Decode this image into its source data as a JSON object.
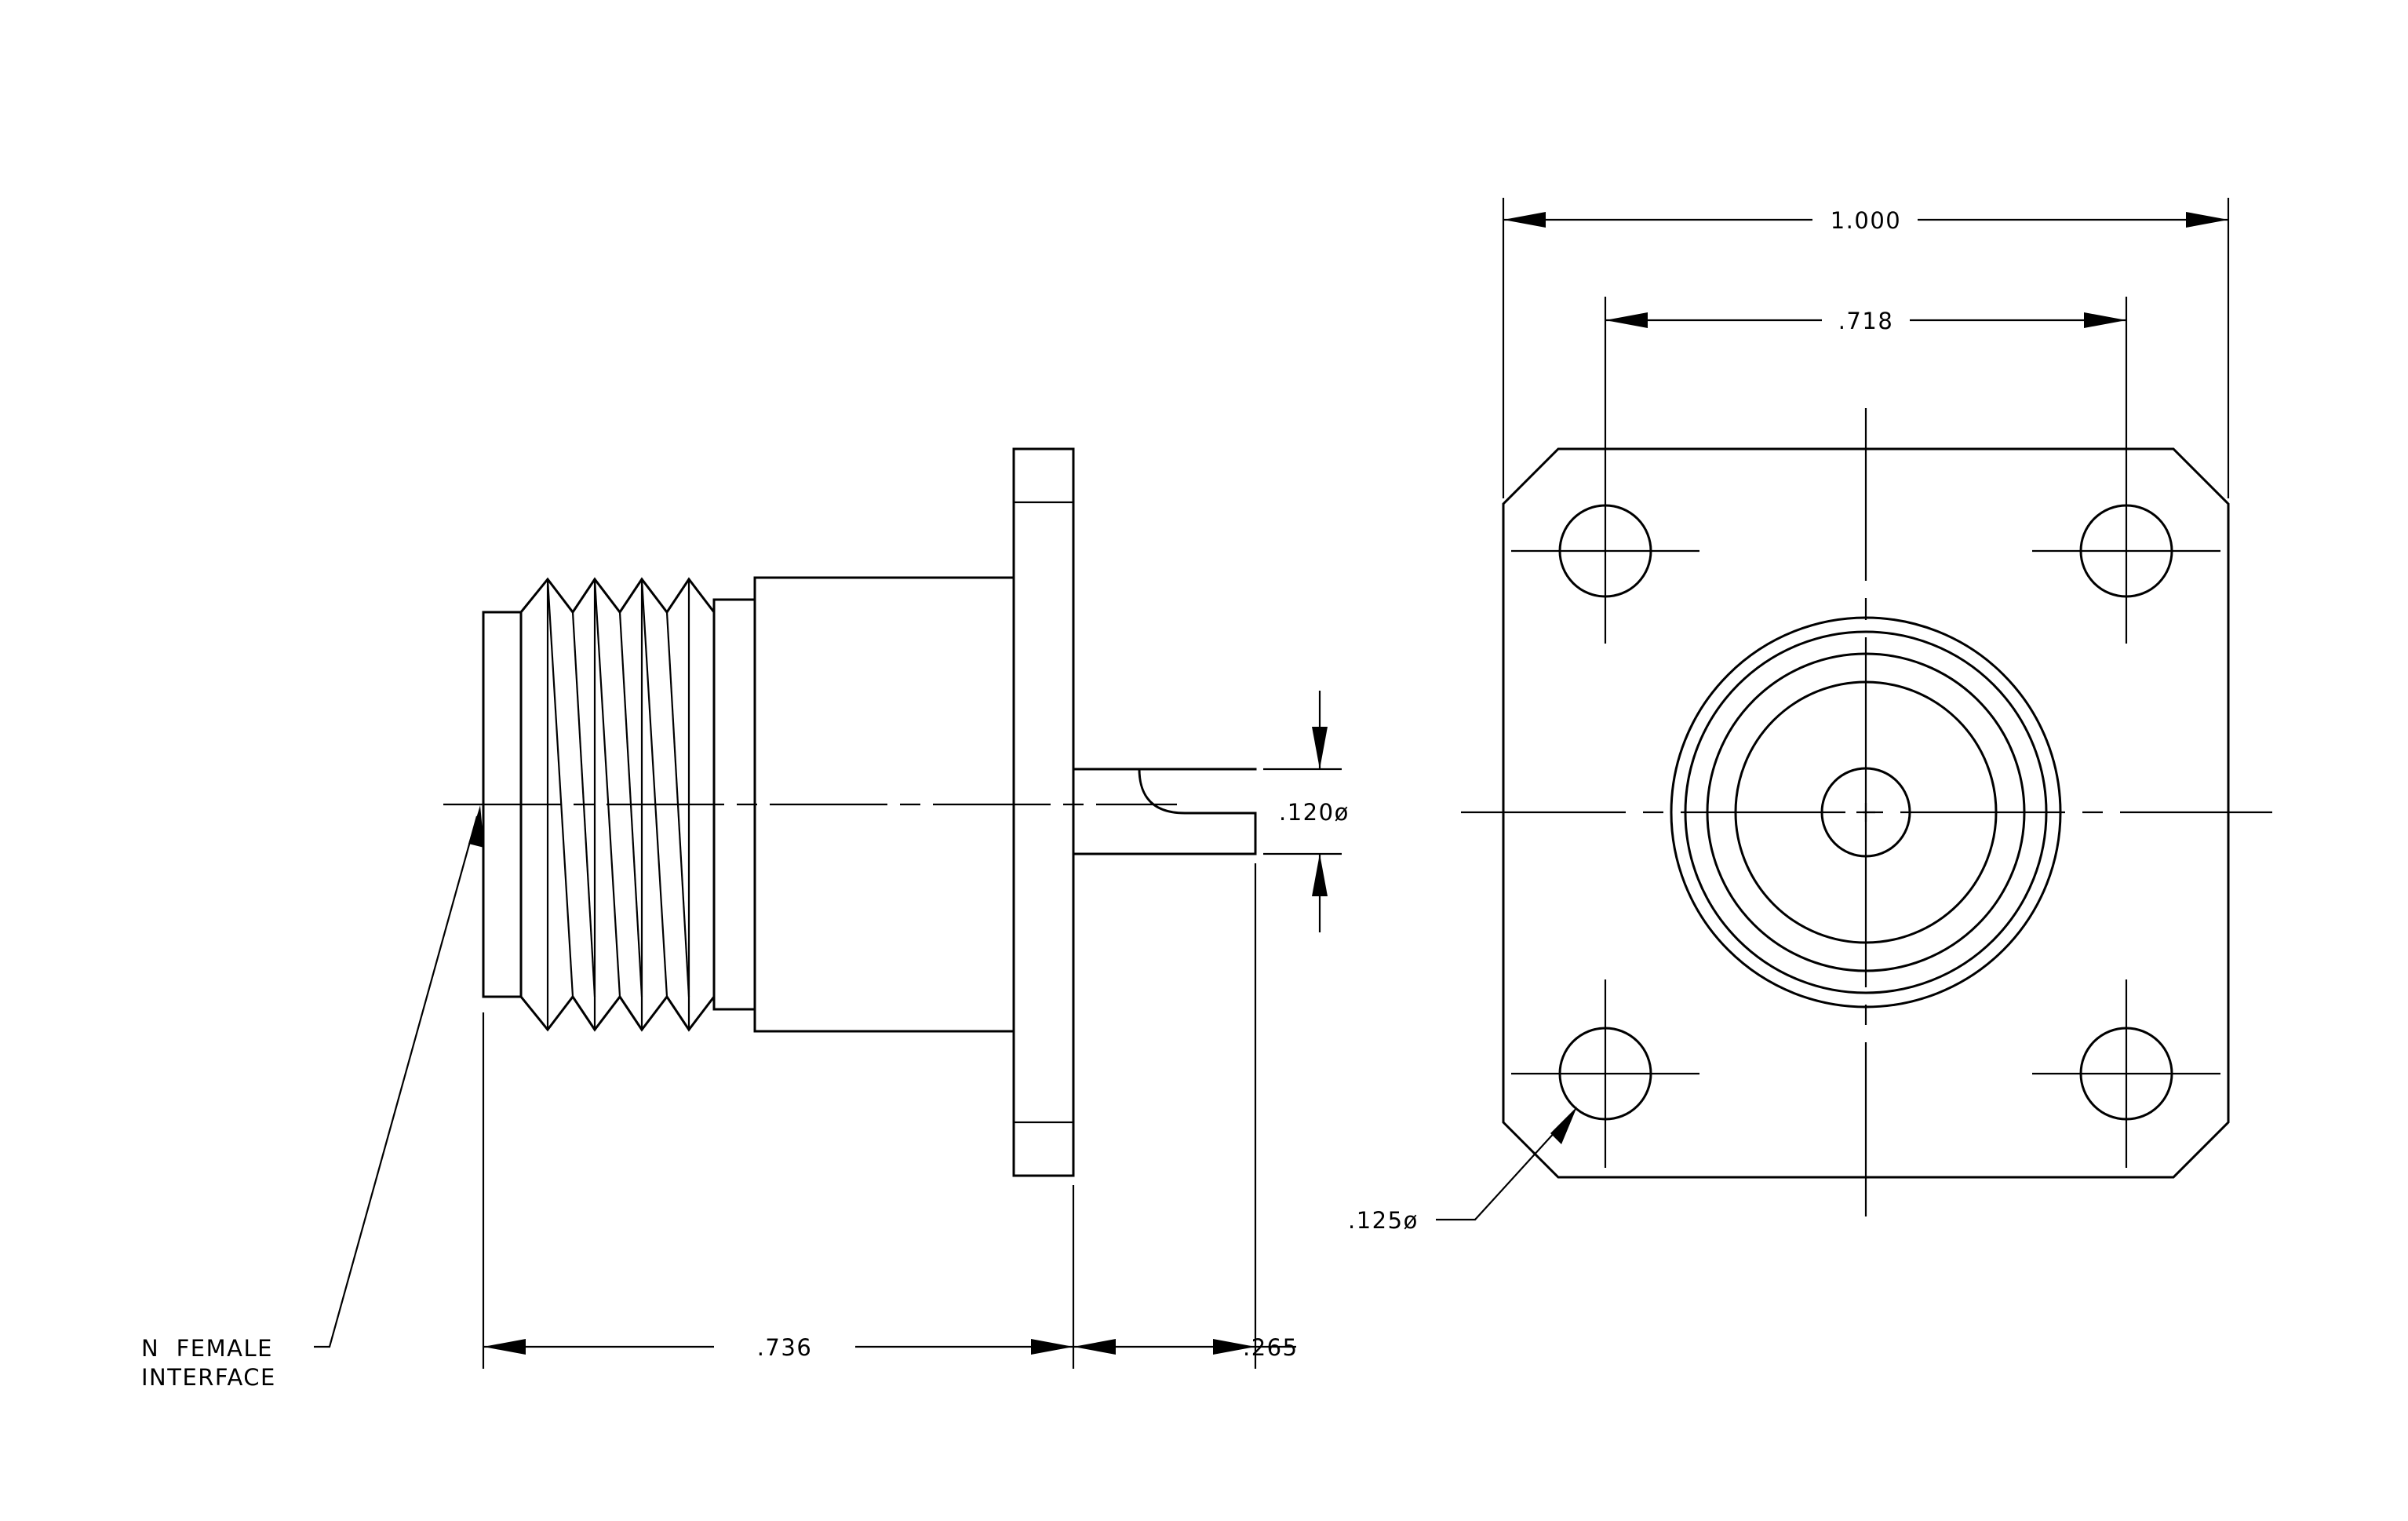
{
  "labels": {
    "overall_width": "1.000",
    "hole_spacing": ".718",
    "pin_diameter": ".120ø",
    "hole_diameter": ".125ø",
    "body_length": ".736",
    "pin_length": ".265",
    "interface_line1": "N  FEMALE",
    "interface_line2": "INTERFACE"
  }
}
